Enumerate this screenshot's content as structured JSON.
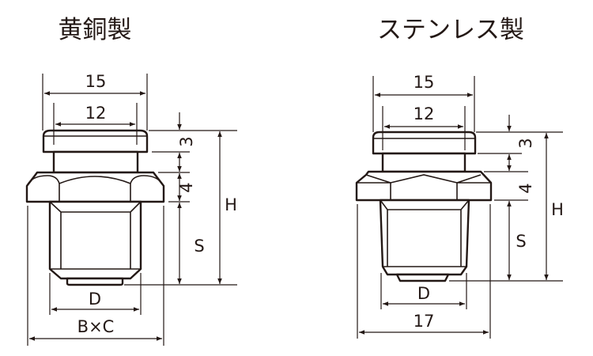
{
  "brass": {
    "title": "黄銅製",
    "dim_cap_outer": "15",
    "dim_cap_inner": "12",
    "dim_cap_height": "3",
    "dim_hex_height": "4",
    "dim_thread_length": "S",
    "dim_total_height": "H",
    "dim_thread_diameter": "D",
    "dim_hex_width": "B×C"
  },
  "stainless": {
    "title": "ステンレス製",
    "dim_cap_outer": "15",
    "dim_cap_inner": "12",
    "dim_cap_height": "3",
    "dim_hex_height": "4",
    "dim_thread_length": "S",
    "dim_total_height": "H",
    "dim_thread_diameter": "D",
    "dim_hex_width": "17"
  }
}
